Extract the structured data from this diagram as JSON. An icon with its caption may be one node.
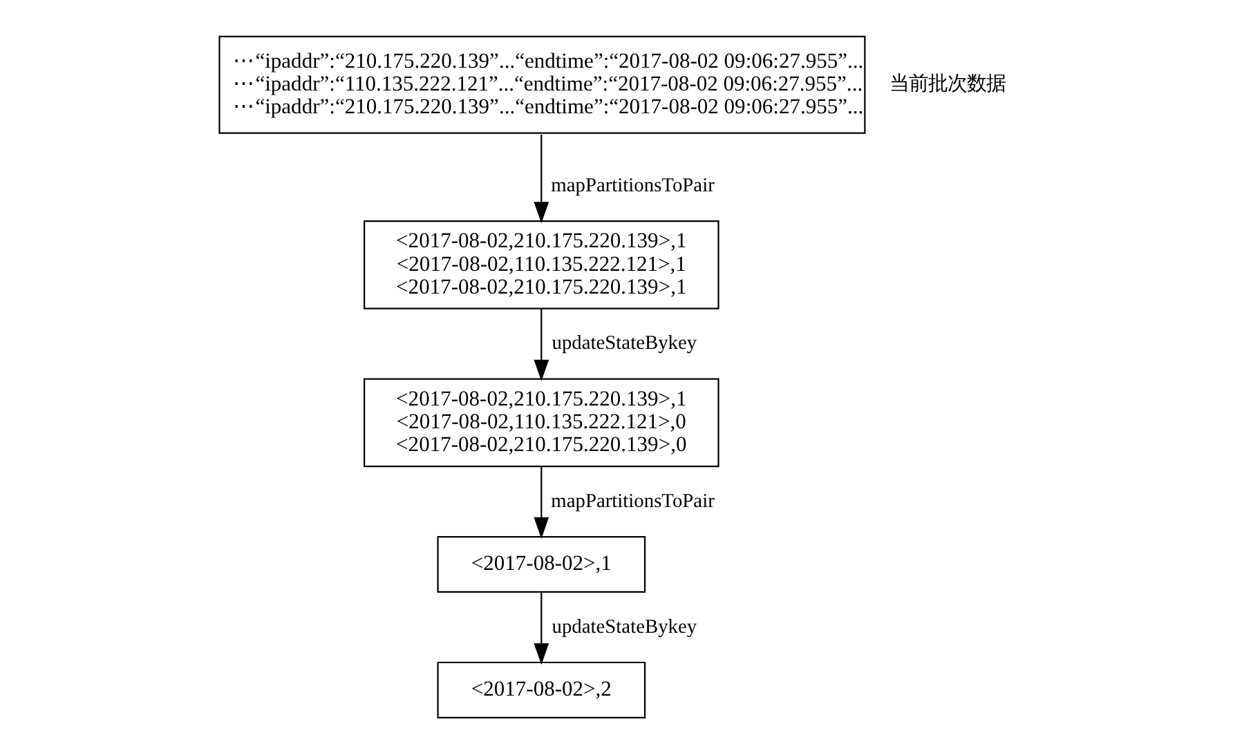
{
  "diagram": {
    "nodes": [
      {
        "text": [
          "⋯“ipaddr”:“210.175.220.139”...“endtime”:“2017-08-02 09:06:27.955”...",
          "⋯“ipaddr”:“110.135.222.121”...“endtime”:“2017-08-02 09:06:27.955”...",
          "⋯“ipaddr”:“210.175.220.139”...“endtime”:“2017-08-02 09:06:27.955”..."
        ],
        "beside": [
          "当前批次数据"
        ]
      },
      {
        "text": [
          "<2017-08-02,210.175.220.139>,1",
          "<2017-08-02,110.135.222.121>,1",
          "<2017-08-02,210.175.220.139>,1"
        ]
      },
      {
        "text": [
          "<2017-08-02,210.175.220.139>,1",
          "<2017-08-02,110.135.222.121>,0",
          "<2017-08-02,210.175.220.139>,0"
        ]
      },
      {
        "text": [
          "<2017-08-02>,1"
        ]
      },
      {
        "text": [
          "<2017-08-02>,2"
        ]
      }
    ],
    "edges": [
      {
        "from": 0,
        "to": 1,
        "arrow": "to",
        "label": "mapPartitionsToPair"
      },
      {
        "from": 1,
        "to": 2,
        "arrow": "to",
        "label": "updateStateBykey"
      },
      {
        "from": 2,
        "to": 3,
        "arrow": "to",
        "label": "mapPartitionsToPair"
      },
      {
        "from": 3,
        "to": 4,
        "arrow": "to",
        "label": "updateStateBykey"
      }
    ]
  }
}
